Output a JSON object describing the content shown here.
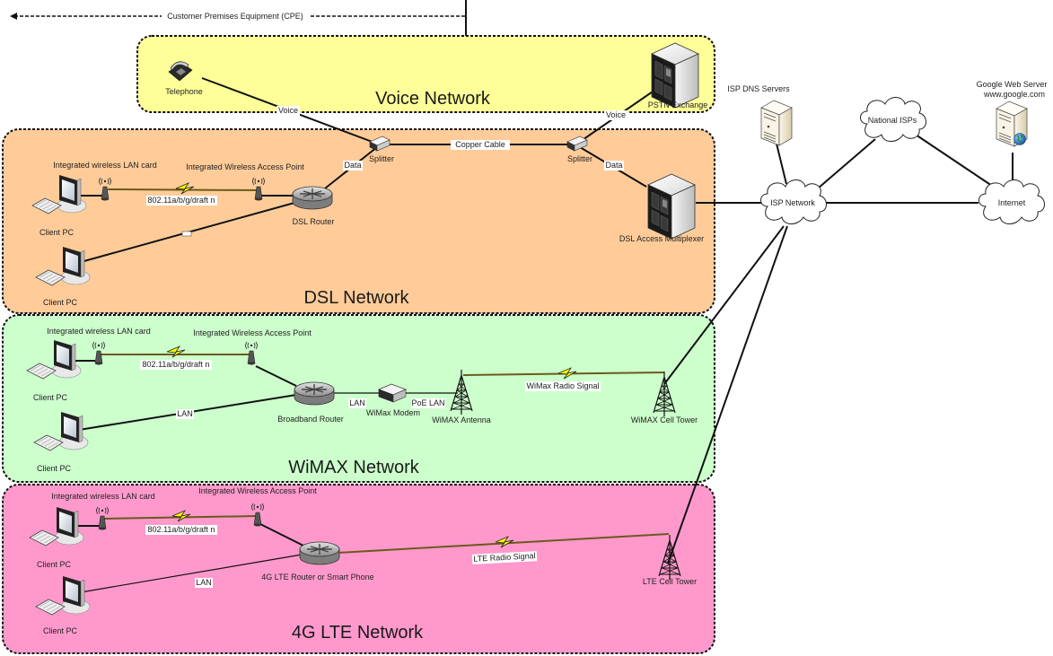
{
  "cpe": {
    "label": "Customer Premises Equipment (CPE)"
  },
  "zones": {
    "voice": {
      "title": "Voice Network",
      "color": "#FFFF99"
    },
    "dsl": {
      "title": "DSL Network",
      "color": "#FFCC99"
    },
    "wimax": {
      "title": "WiMAX Network",
      "color": "#CCFFCC"
    },
    "lte": {
      "title": "4G LTE Network",
      "color": "#FF99CC"
    }
  },
  "voice": {
    "telephone": "Telephone",
    "pstn": "PSTN Exchange",
    "voice_left": "Voice",
    "voice_right": "Voice"
  },
  "dsl": {
    "wlan_card": "Integrated wireless LAN card",
    "wap": "Integrated Wireless Access Point",
    "wifi": "802.11a/b/g/draft n",
    "client1": "Client PC",
    "client2": "Client PC",
    "router": "DSL Router",
    "splitter_left": "Splitter",
    "splitter_right": "Splitter",
    "copper": "Copper Cable",
    "data_left": "Data",
    "data_right": "Data",
    "dslam": "DSL Access Multiplexer"
  },
  "wimax": {
    "wlan_card": "Integrated wireless LAN card",
    "wap": "Integrated Wireless Access Point",
    "wifi": "802.11a/b/g/draft n",
    "client1": "Client PC",
    "client2": "Client PC",
    "lan": "LAN",
    "router": "Broadband Router",
    "lan2": "LAN",
    "modem": "WiMax Modem",
    "poe": "PoE LAN",
    "antenna": "WiMAX Antenna",
    "radio": "WiMax Radio Signal",
    "tower": "WiMAX Cell Tower"
  },
  "lte": {
    "wlan_card": "Integrated wireless LAN card",
    "wap": "Integrated Wireless Access Point",
    "wifi": "802.11a/b/g/draft n",
    "client1": "Client PC",
    "client2": "Client PC",
    "lan": "LAN",
    "router": "4G LTE Router or Smart Phone",
    "radio": "LTE Radio Signal",
    "tower": "LTE Cell Tower"
  },
  "core": {
    "dns": "ISP DNS Servers",
    "isp": "ISP Network",
    "national": "National ISPs",
    "internet": "Internet",
    "google_title": "Google Web Server",
    "google_url": "www.google.com"
  }
}
